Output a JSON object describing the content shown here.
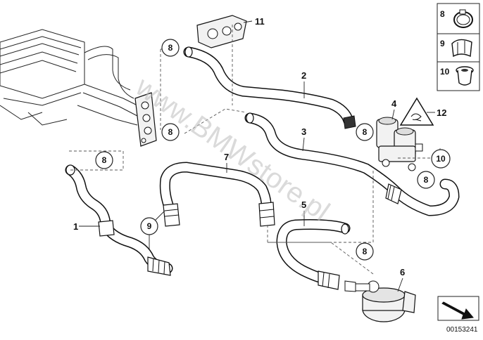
{
  "diagram": {
    "callouts": {
      "hose_1": "1",
      "hose_2": "2",
      "hose_3": "3",
      "valve_4": "4",
      "hose_5": "5",
      "pump_6": "6",
      "hose_7": "7",
      "clamp_8_a": "8",
      "clamp_8_b": "8",
      "clamp_8_c": "8",
      "clamp_8_d": "8",
      "clamp_8_e": "8",
      "clamp_8_f": "8",
      "clip_9_a": "9",
      "grommet_10": "10",
      "bracket_11": "11",
      "label_12": "12"
    },
    "legend": {
      "item_8": "8",
      "item_9": "9",
      "item_10": "10"
    },
    "watermark": "www.BMWstore.pl",
    "diagram_code": "00153241"
  }
}
